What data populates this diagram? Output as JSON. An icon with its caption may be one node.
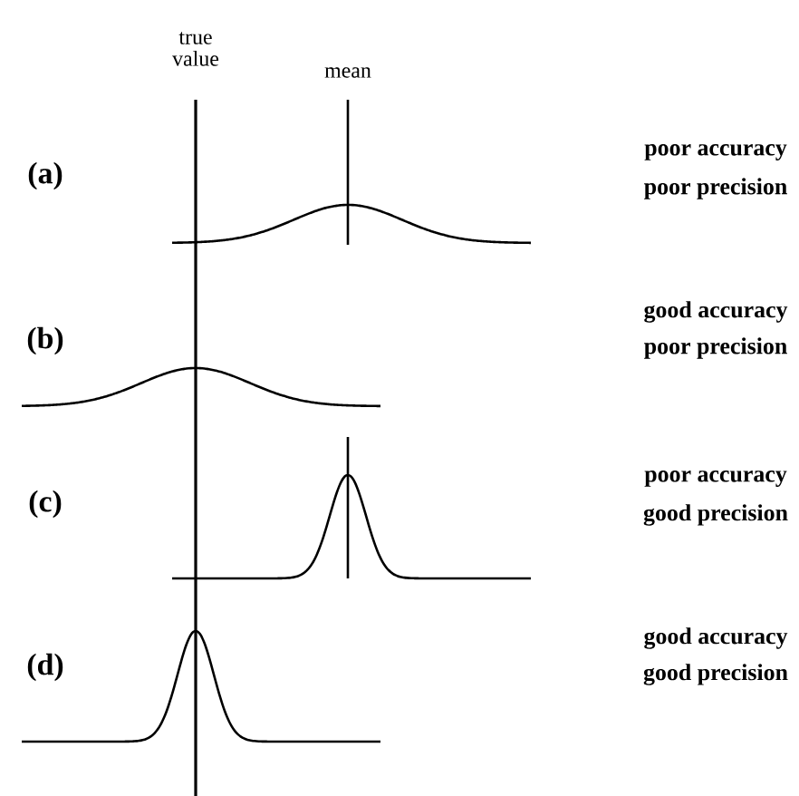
{
  "diagram": {
    "labels": [
      "true value",
      "mean",
      "(a)",
      "poor accuracy",
      "poor precision",
      "(b)",
      "good accuracy",
      "poor precision",
      "(c)",
      "poor accuracy",
      "good precision",
      "(d)",
      "good accuracy",
      "good precision"
    ]
  }
}
